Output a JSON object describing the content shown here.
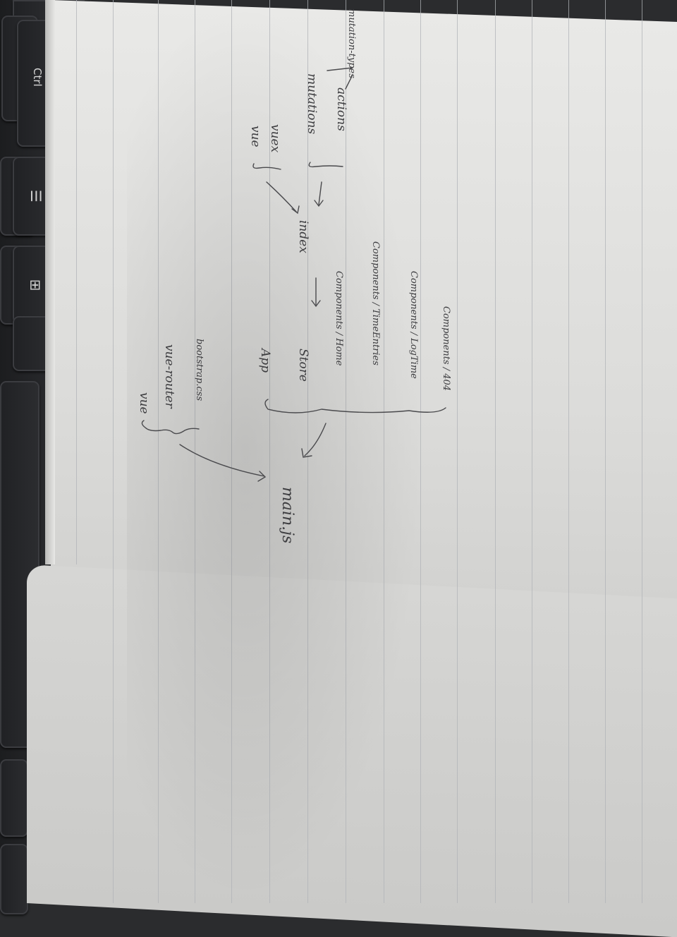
{
  "keyboard": {
    "ctrl_label": "Ctrl",
    "menu_glyph": "☰",
    "windows_glyph": "⊞"
  },
  "notes": {
    "main": "main.js",
    "imports": [
      "vue",
      "vue-router",
      "bootstrap.css"
    ],
    "app": "App",
    "store": "Store",
    "index": "index",
    "vuex_group": [
      "vue",
      "vuex"
    ],
    "store_parts": [
      "mutations",
      "actions"
    ],
    "mutation_types": "mutation-types",
    "components": [
      "Components / Home",
      "Components / TimeEntries",
      "Components / LogTime",
      "Components / 404"
    ]
  }
}
